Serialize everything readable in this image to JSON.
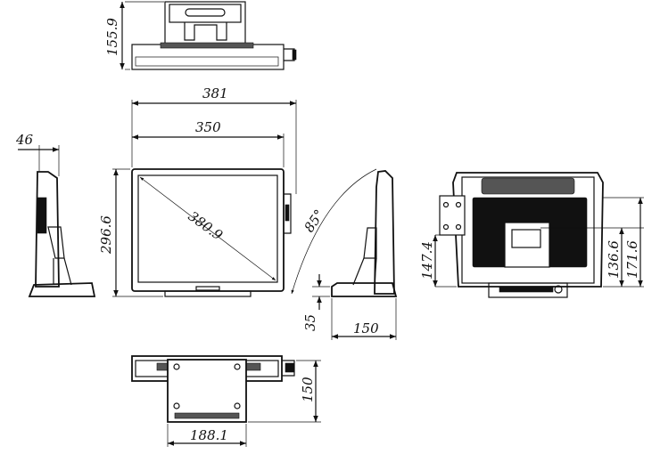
{
  "dimensions": {
    "top_height": "155.9",
    "overall_width": "381",
    "screen_width": "350",
    "diagonal": "380.9",
    "height": "296.6",
    "depth": "46",
    "tilt_angle": "85°",
    "base_height": "35",
    "base_depth": "150",
    "rear_height_1": "147.4",
    "rear_height_2": "136.6",
    "rear_height_3": "171.6",
    "bottom_depth": "150",
    "bottom_width": "188.1"
  }
}
